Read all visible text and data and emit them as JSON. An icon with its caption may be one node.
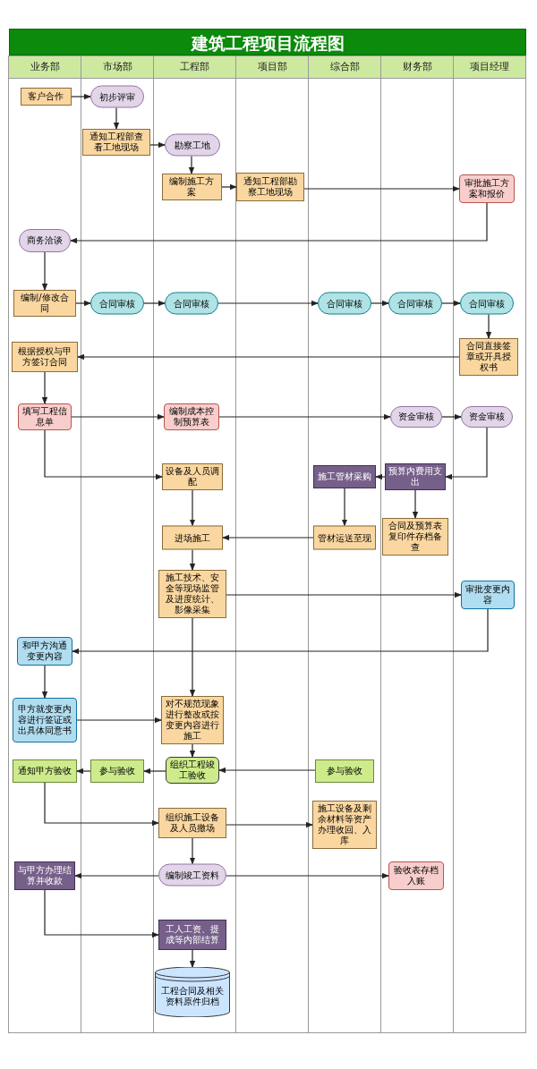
{
  "diagram": {
    "title": "建筑工程项目流程图",
    "nodes": [
      {
        "text": [
          "业务部"
        ]
      },
      {
        "text": [
          "市场部"
        ]
      },
      {
        "text": [
          "工程部"
        ]
      },
      {
        "text": [
          "项目部"
        ]
      },
      {
        "text": [
          "综合部"
        ]
      },
      {
        "text": [
          "财务部"
        ]
      },
      {
        "text": [
          "项目经理"
        ]
      },
      {
        "text": [
          "客户合作"
        ],
        "in": 0
      },
      {
        "text": [
          "初步评审"
        ],
        "in": 1
      },
      {
        "text": [
          "通知工程部查看工地现场"
        ],
        "in": 1
      },
      {
        "text": [
          "勘察工地"
        ],
        "in": 2
      },
      {
        "text": [
          "编制施工方案"
        ],
        "in": 2
      },
      {
        "text": [
          "通知工程部勘察工地现场"
        ],
        "in": 3
      },
      {
        "text": [
          "审批施工方案和报价"
        ],
        "in": 6
      },
      {
        "text": [
          "商务洽谈"
        ],
        "in": 0
      },
      {
        "text": [
          "编制/修改合同"
        ],
        "in": 0
      },
      {
        "text": [
          "合同审核"
        ],
        "in": 1
      },
      {
        "text": [
          "合同审核"
        ],
        "in": 2
      },
      {
        "text": [
          "合同审核"
        ],
        "in": 4
      },
      {
        "text": [
          "合同审核"
        ],
        "in": 5
      },
      {
        "text": [
          "合同审核"
        ],
        "in": 6
      },
      {
        "text": [
          "合同直接签章或开具授权书"
        ],
        "in": 6
      },
      {
        "text": [
          "根据授权与甲方签订合同"
        ],
        "in": 0
      },
      {
        "text": [
          "填写工程信息单"
        ],
        "in": 0
      },
      {
        "text": [
          "编制成本控制预算表"
        ],
        "in": 2
      },
      {
        "text": [
          "资金审核"
        ],
        "in": 5
      },
      {
        "text": [
          "资金审核"
        ],
        "in": 6
      },
      {
        "text": [
          "设备及人员调配"
        ],
        "in": 2
      },
      {
        "text": [
          "施工管材采购"
        ],
        "in": 4
      },
      {
        "text": [
          "预算内费用支出"
        ],
        "in": 5
      },
      {
        "text": [
          "进场施工"
        ],
        "in": 2
      },
      {
        "text": [
          "管材运送至现"
        ],
        "in": 4
      },
      {
        "text": [
          "合同及预算表复印件存档备查"
        ],
        "in": 5
      },
      {
        "text": [
          "施工技术、安全等现场监管及进度统计、影像采集"
        ],
        "in": 2
      },
      {
        "text": [
          "审批变更内容"
        ],
        "in": 6
      },
      {
        "text": [
          "和甲方沟通变更内容"
        ],
        "in": 0
      },
      {
        "text": [
          "甲方就变更内容进行签证或出具体同意书"
        ],
        "in": 0
      },
      {
        "text": [
          "对不规范现象进行整改或按变更内容进行施工"
        ],
        "in": 2
      },
      {
        "text": [
          "组织工程竣工验收"
        ],
        "in": 2
      },
      {
        "text": [
          "参与验收"
        ],
        "in": 1
      },
      {
        "text": [
          "通知甲方验收"
        ],
        "in": 0
      },
      {
        "text": [
          "参与验收"
        ],
        "in": 4
      },
      {
        "text": [
          "组织施工设备及人员撤场"
        ],
        "in": 2
      },
      {
        "text": [
          "施工设备及剩余材料等资产办理收回、入库"
        ],
        "in": 4
      },
      {
        "text": [
          "编制竣工资料"
        ],
        "in": 2
      },
      {
        "text": [
          "与甲方办理结算并收款"
        ],
        "in": 0
      },
      {
        "text": [
          "验收表存档入账"
        ],
        "in": 5
      },
      {
        "text": [
          "工人工资、提成等内部结算"
        ],
        "in": 2
      },
      {
        "text": [
          "工程合同及相关资料原件归档"
        ],
        "in": 2
      }
    ],
    "edges": [
      {
        "from": 7,
        "to": 8,
        "arrow": "to"
      },
      {
        "from": 8,
        "to": 9,
        "arrow": "to"
      },
      {
        "from": 9,
        "to": 10,
        "arrow": "to"
      },
      {
        "from": 10,
        "to": 11,
        "arrow": "to"
      },
      {
        "from": 11,
        "to": 12,
        "arrow": "to"
      },
      {
        "from": 12,
        "to": 13,
        "arrow": "to"
      },
      {
        "from": 13,
        "to": 14,
        "arrow": "to"
      },
      {
        "from": 14,
        "to": 15,
        "arrow": "to"
      },
      {
        "from": 15,
        "to": 16,
        "arrow": "to"
      },
      {
        "from": 16,
        "to": 17,
        "arrow": "to"
      },
      {
        "from": 17,
        "to": 18,
        "arrow": "to"
      },
      {
        "from": 18,
        "to": 19,
        "arrow": "to"
      },
      {
        "from": 19,
        "to": 20,
        "arrow": "to"
      },
      {
        "from": 20,
        "to": 21,
        "arrow": "to"
      },
      {
        "from": 21,
        "to": 22,
        "arrow": "to"
      },
      {
        "from": 22,
        "to": 23,
        "arrow": "to"
      },
      {
        "from": 23,
        "to": 24,
        "arrow": "to"
      },
      {
        "from": 24,
        "to": 25,
        "arrow": "to"
      },
      {
        "from": 25,
        "to": 26,
        "arrow": "to"
      },
      {
        "from": 23,
        "to": 27,
        "arrow": "to"
      },
      {
        "from": 26,
        "to": 29,
        "arrow": "to"
      },
      {
        "from": 29,
        "to": 28,
        "arrow": "to"
      },
      {
        "from": 28,
        "to": 31,
        "arrow": "to"
      },
      {
        "from": 29,
        "to": 32,
        "arrow": "to"
      },
      {
        "from": 27,
        "to": 30,
        "arrow": "to"
      },
      {
        "from": 31,
        "to": 30,
        "arrow": "to"
      },
      {
        "from": 30,
        "to": 33,
        "arrow": "to"
      },
      {
        "from": 33,
        "to": 34,
        "arrow": "to"
      },
      {
        "from": 34,
        "to": 35,
        "arrow": "to"
      },
      {
        "from": 33,
        "to": 37,
        "arrow": "to"
      },
      {
        "from": 35,
        "to": 36,
        "arrow": "to"
      },
      {
        "from": 36,
        "to": 37,
        "arrow": "to"
      },
      {
        "from": 37,
        "to": 38,
        "arrow": "to"
      },
      {
        "from": 38,
        "to": 39,
        "arrow": "to"
      },
      {
        "from": 39,
        "to": 40,
        "arrow": "to"
      },
      {
        "from": 41,
        "to": 38,
        "arrow": "to"
      },
      {
        "from": 40,
        "to": 42,
        "arrow": "to"
      },
      {
        "from": 42,
        "to": 43,
        "arrow": "to"
      },
      {
        "from": 42,
        "to": 44,
        "arrow": "to"
      },
      {
        "from": 44,
        "to": 45,
        "arrow": "to"
      },
      {
        "from": 44,
        "to": 46,
        "arrow": "to"
      },
      {
        "from": 45,
        "to": 47,
        "arrow": "to"
      },
      {
        "from": 47,
        "to": 48,
        "arrow": "to"
      }
    ]
  }
}
